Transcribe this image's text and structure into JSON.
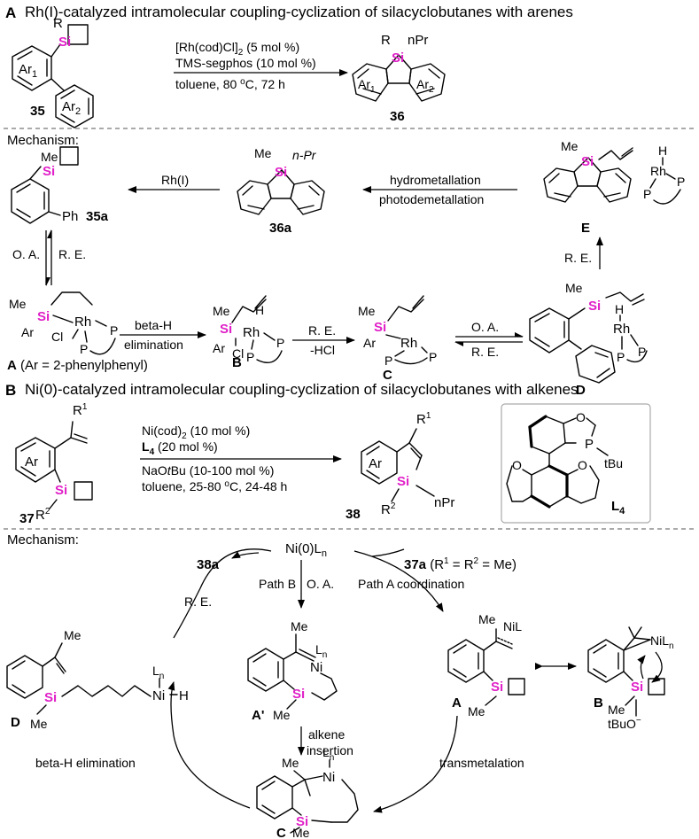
{
  "colors": {
    "silicon": "#e020c8",
    "bond": "#000000",
    "divider": "#555555",
    "ligand_box": "#aaaaaa"
  },
  "section_a": {
    "letter": "A",
    "title": "Rh(I)-catalyzed intramolecular coupling-cyclization of silacyclobutanes with arenes",
    "reactant": {
      "label": "35",
      "si": "Si",
      "r": "R",
      "ar1": "Ar",
      "ar1_sub": "1",
      "ar2": "Ar",
      "ar2_sub": "2"
    },
    "conditions": {
      "line1": "[Rh(cod)Cl]",
      "line1_sub": "2",
      "line1_tail": " (5 mol %)",
      "line2": "TMS-segphos (10 mol %)",
      "line3_a": "toluene, 80 ",
      "line3_sup": "o",
      "line3_b": "C, 72 h"
    },
    "product": {
      "label": "36",
      "si": "Si",
      "r": "R",
      "npr": "nPr",
      "ar1": "Ar",
      "ar1_sub": "1",
      "ar2": "Ar",
      "ar2_sub": "2"
    }
  },
  "mechanism_a": {
    "title": "Mechanism:",
    "c35a": {
      "label": "35a",
      "me": "Me",
      "si": "Si",
      "ph": "Ph"
    },
    "rh_arrow": "Rh(I)",
    "c36a": {
      "label": "36a",
      "me": "Me",
      "si": "Si",
      "npr": "n-Pr"
    },
    "hm_top": "hydrometallation",
    "hm_bottom": "photodemetallation",
    "cE": {
      "label": "E",
      "me": "Me",
      "si": "Si",
      "h": "H",
      "rh": "Rh",
      "p1": "P",
      "p2": "P"
    },
    "re_right": "R. E.",
    "oa_left": "O. A.",
    "re_left": "R. E.",
    "cA": {
      "label": "A",
      "note": " (Ar = 2-phenylphenyl)",
      "me": "Me",
      "si": "Si",
      "ar": "Ar",
      "rh": "Rh",
      "cl": "Cl",
      "p1": "P",
      "p2": "P"
    },
    "beta_top": "beta-H",
    "beta_bottom": "elimination",
    "cB": {
      "label": "B",
      "me": "Me",
      "si": "Si",
      "ar": "Ar",
      "h": "H",
      "rh": "Rh",
      "cl": "Cl",
      "p1": "P",
      "p2": "P"
    },
    "re_c_top": "R. E.",
    "re_c_bottom": "-HCl",
    "cC": {
      "label": "C",
      "me": "Me",
      "si": "Si",
      "ar": "Ar",
      "rh": "Rh",
      "p1": "P",
      "p2": "P"
    },
    "oa_d_top": "O. A.",
    "re_d_bottom": "R. E.",
    "cD": {
      "label": "D",
      "me": "Me",
      "si": "Si",
      "h": "H",
      "rh": "Rh",
      "p1": "P",
      "p2": "P"
    }
  },
  "section_b": {
    "letter": "B",
    "title": "Ni(0)-catalyzed intramolecular coupling-cyclization of silacyclobutanes with alkenes",
    "reactant": {
      "label": "37",
      "ar": "Ar",
      "si": "Si",
      "r1": "R",
      "r1_sup": "1",
      "r2": "R",
      "r2_sup": "2"
    },
    "conditions": {
      "line1": "Ni(cod)",
      "line1_sub": "2",
      "line1_tail": " (10 mol %)",
      "line2_b": "L",
      "line2_sub": "4",
      "line2_tail": " (20 mol %)",
      "line3_a": "NaO",
      "line3_i": "t",
      "line3_b": "Bu (10-100 mol %)",
      "line4_a": "toluene, 25-80 ",
      "line4_sup": "o",
      "line4_b": "C, 24-48 h"
    },
    "product": {
      "label": "38",
      "ar": "Ar",
      "si": "Si",
      "npr": "nPr",
      "r1": "R",
      "r1_sup": "1",
      "r2": "R",
      "r2_sup": "2"
    },
    "ligand": {
      "label": "L",
      "label_sub": "4",
      "o": "O",
      "p": "P",
      "tbu": "tBu"
    }
  },
  "mechanism_b": {
    "title": "Mechanism:",
    "ni0": "Ni(0)L",
    "ni0_sub": "n",
    "c38a": "38a",
    "c37a": "37a",
    "c37a_note_a": " (R",
    "c37a_note_sup1": "1",
    "c37a_note_b": " = R",
    "c37a_note_sup2": "2",
    "c37a_note_c": " = Me)",
    "re": "R. E.",
    "path_b": "Path B",
    "oa": "O. A.",
    "path_a": "Path A",
    "coordination": "coordination",
    "cD": {
      "label": "D",
      "me1": "Me",
      "me2": "Me",
      "si": "Si",
      "l": "L",
      "l_sub": "n",
      "ni": "Ni",
      "h": "H"
    },
    "cAp": {
      "label": "A'",
      "me1": "Me",
      "me2": "Me",
      "si": "Si",
      "ni": "Ni",
      "l": "L",
      "l_sub": "n"
    },
    "cA": {
      "label": "A",
      "me1": "Me",
      "me2": "Me",
      "si": "Si",
      "nil": "NiL"
    },
    "cB": {
      "label": "B",
      "si": "Si",
      "ni": "NiL",
      "ni_sub": "n",
      "me": "Me",
      "tbuo": "tBuO",
      "tbuo_sup": "−"
    },
    "alkene": "alkene",
    "insertion": "insertion",
    "beta_h": "beta-H elimination",
    "transmetalation": "transmetalation",
    "cC": {
      "label": "C",
      "me1": "Me",
      "me2": "Me",
      "si": "Si",
      "l": "L",
      "l_sub": "n",
      "ni": "Ni"
    }
  }
}
